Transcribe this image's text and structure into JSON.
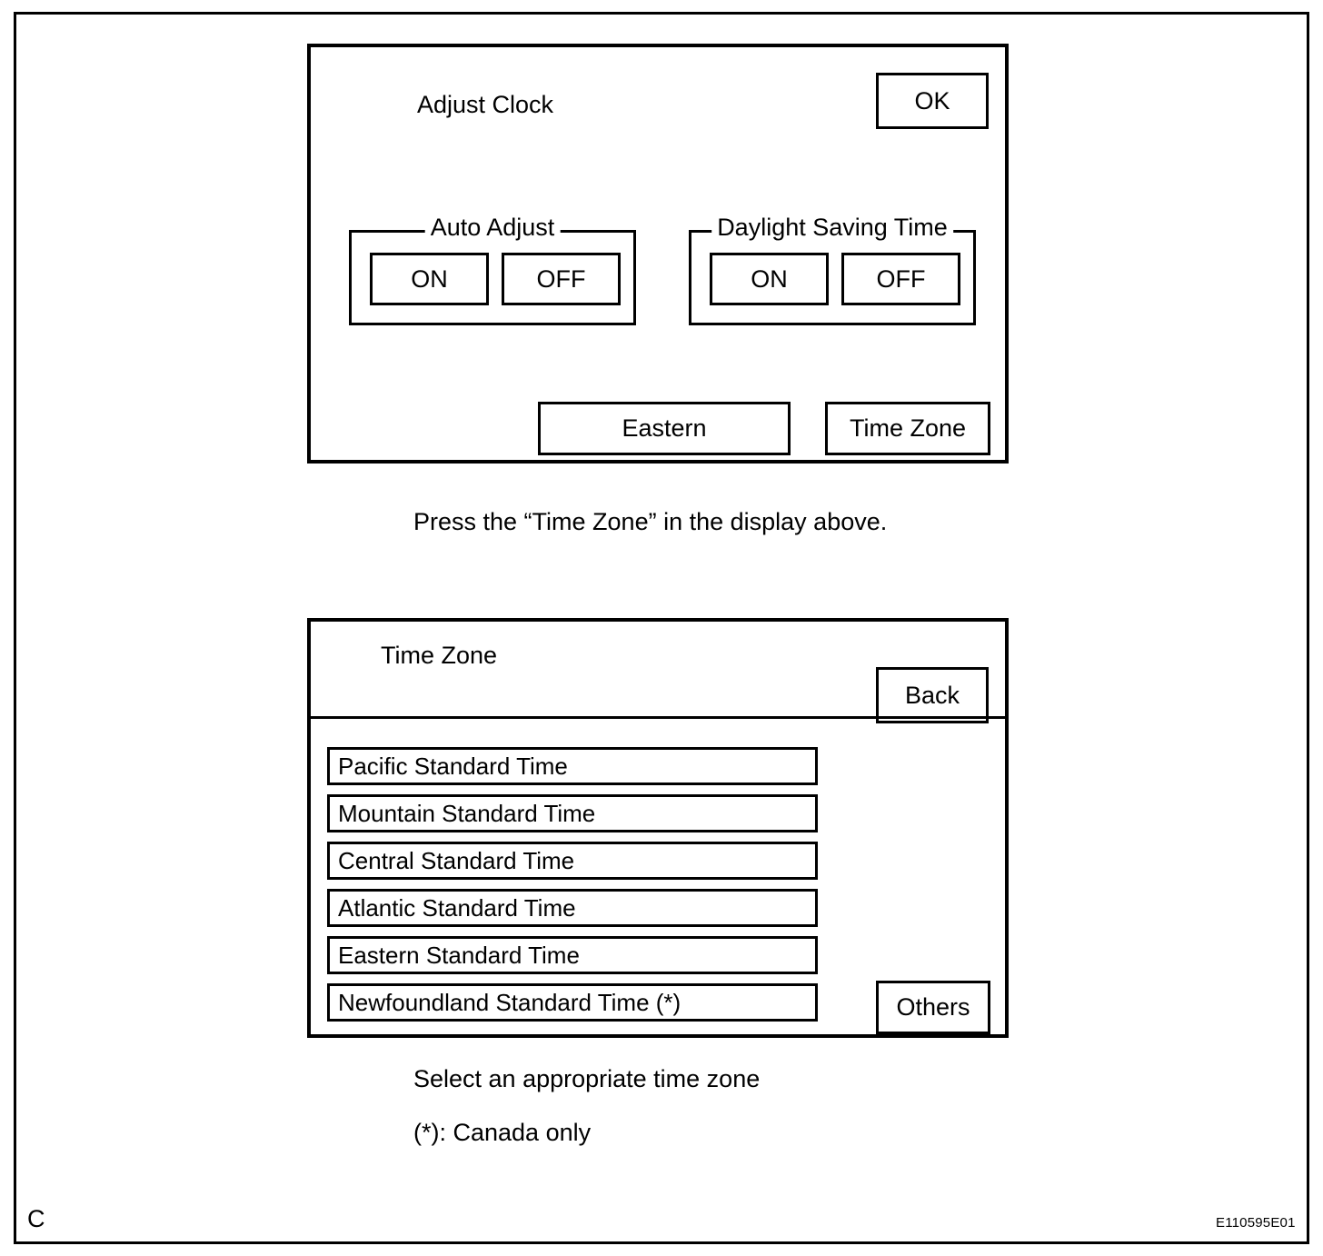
{
  "document": {
    "corner_marker": "C",
    "figure_code": "E110595E01"
  },
  "clock_screen": {
    "title": "Adjust Clock",
    "ok_label": "OK",
    "auto_adjust": {
      "legend": "Auto Adjust",
      "on_label": "ON",
      "off_label": "OFF"
    },
    "daylight_saving": {
      "legend": "Daylight Saving Time",
      "on_label": "ON",
      "off_label": "OFF"
    },
    "current_zone_label": "Eastern",
    "time_zone_button_label": "Time Zone"
  },
  "instruction": "Press the “Time Zone” in the display above.",
  "timezone_screen": {
    "title": "Time Zone",
    "back_label": "Back",
    "others_label": "Others",
    "items": [
      {
        "label": "Pacific Standard Time"
      },
      {
        "label": "Mountain Standard Time"
      },
      {
        "label": "Central Standard Time"
      },
      {
        "label": "Atlantic Standard Time"
      },
      {
        "label": "Eastern Standard Time"
      },
      {
        "label": "Newfoundland Standard Time (*)"
      }
    ]
  },
  "footnotes": {
    "select": "Select an appropriate time zone",
    "note": "(*): Canada only"
  }
}
